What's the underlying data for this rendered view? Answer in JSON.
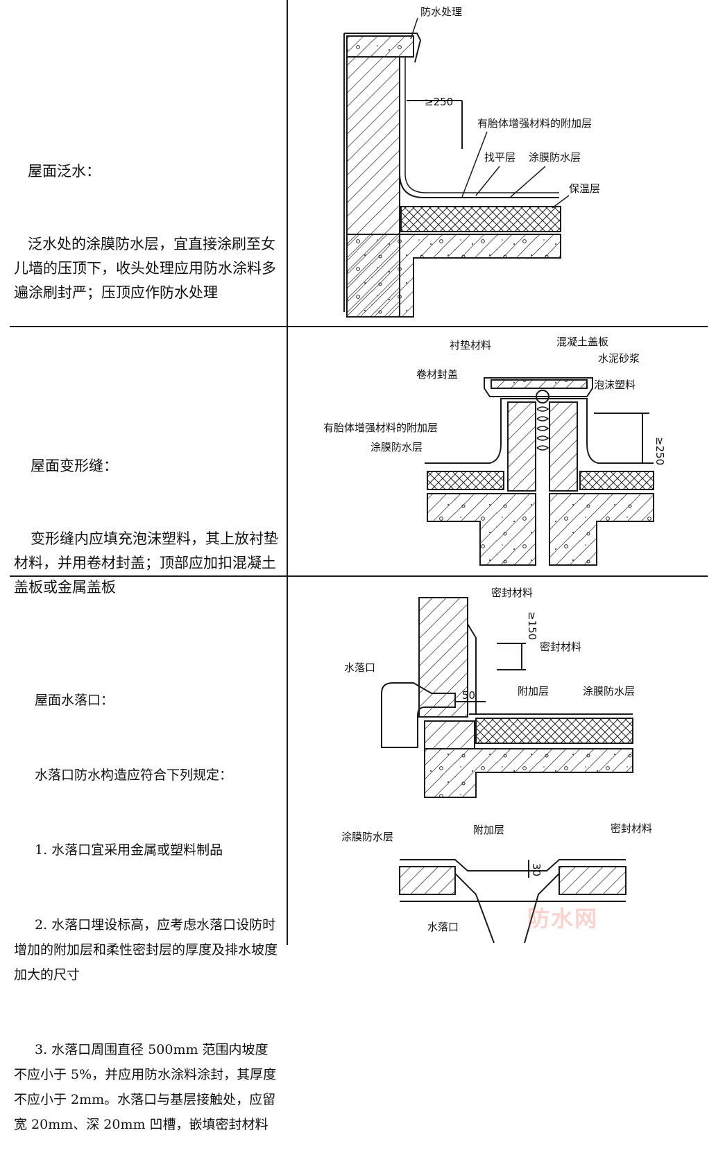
{
  "colors": {
    "line": "#1a1a1a",
    "watermark": "#e6503c"
  },
  "rows": [
    {
      "title": "屋面泛水：",
      "body": "泛水处的涂膜防水层，宜直接涂刷至女儿墙的压顶下，收头处理应用防水涂料多遍涂刷封严；压顶应作防水处理",
      "labels": {
        "top_treatment": "防水处理",
        "dim": "≥250",
        "reinforce": "有胎体增强材料的附加层",
        "leveling": "找平层",
        "membrane": "涂膜防水层",
        "insulation": "保温层"
      }
    },
    {
      "title": "屋面变形缝：",
      "body": "变形缝内应填充泡沫塑料，其上放衬垫材料，并用卷材封盖；顶部应加扣混凝土盖板或金属盖板",
      "labels": {
        "pad": "衬垫材料",
        "cover_slab": "混凝土盖板",
        "mortar": "水泥砂浆",
        "roll_cover": "卷材封盖",
        "foam": "泡沫塑料",
        "reinforce": "有胎体增强材料的附加层",
        "membrane": "涂膜防水层",
        "dim": "≥250"
      }
    },
    {
      "title": "屋面水落口：",
      "body_lines": [
        "水落口防水构造应符合下列规定：",
        "1. 水落口宜采用金属或塑料制品",
        "2. 水落口埋设标高，应考虑水落口设防时增加的附加层和柔性密封层的厚度及排水坡度加大的尺寸",
        "3. 水落口周围直径 500mm 范围内坡度不应小于 5%，并应用防水涂料涂封，其厚度不应小于 2mm。水落口与基层接触处，应留宽 20mm、深 20mm 凹槽，嵌填密封材料"
      ],
      "labels": {
        "seal_top": "密封材料",
        "dim_150": "≥150",
        "seal_mid": "密封材料",
        "outlet": "水落口",
        "dim_50": "50",
        "extra_layer": "附加层",
        "membrane": "涂膜防水层",
        "membrane_b": "涂膜防水层",
        "extra_layer_b": "附加层",
        "seal_b": "密封材料",
        "dim_30": "30",
        "outlet_b": "水落口"
      }
    }
  ],
  "watermark": "防水网"
}
